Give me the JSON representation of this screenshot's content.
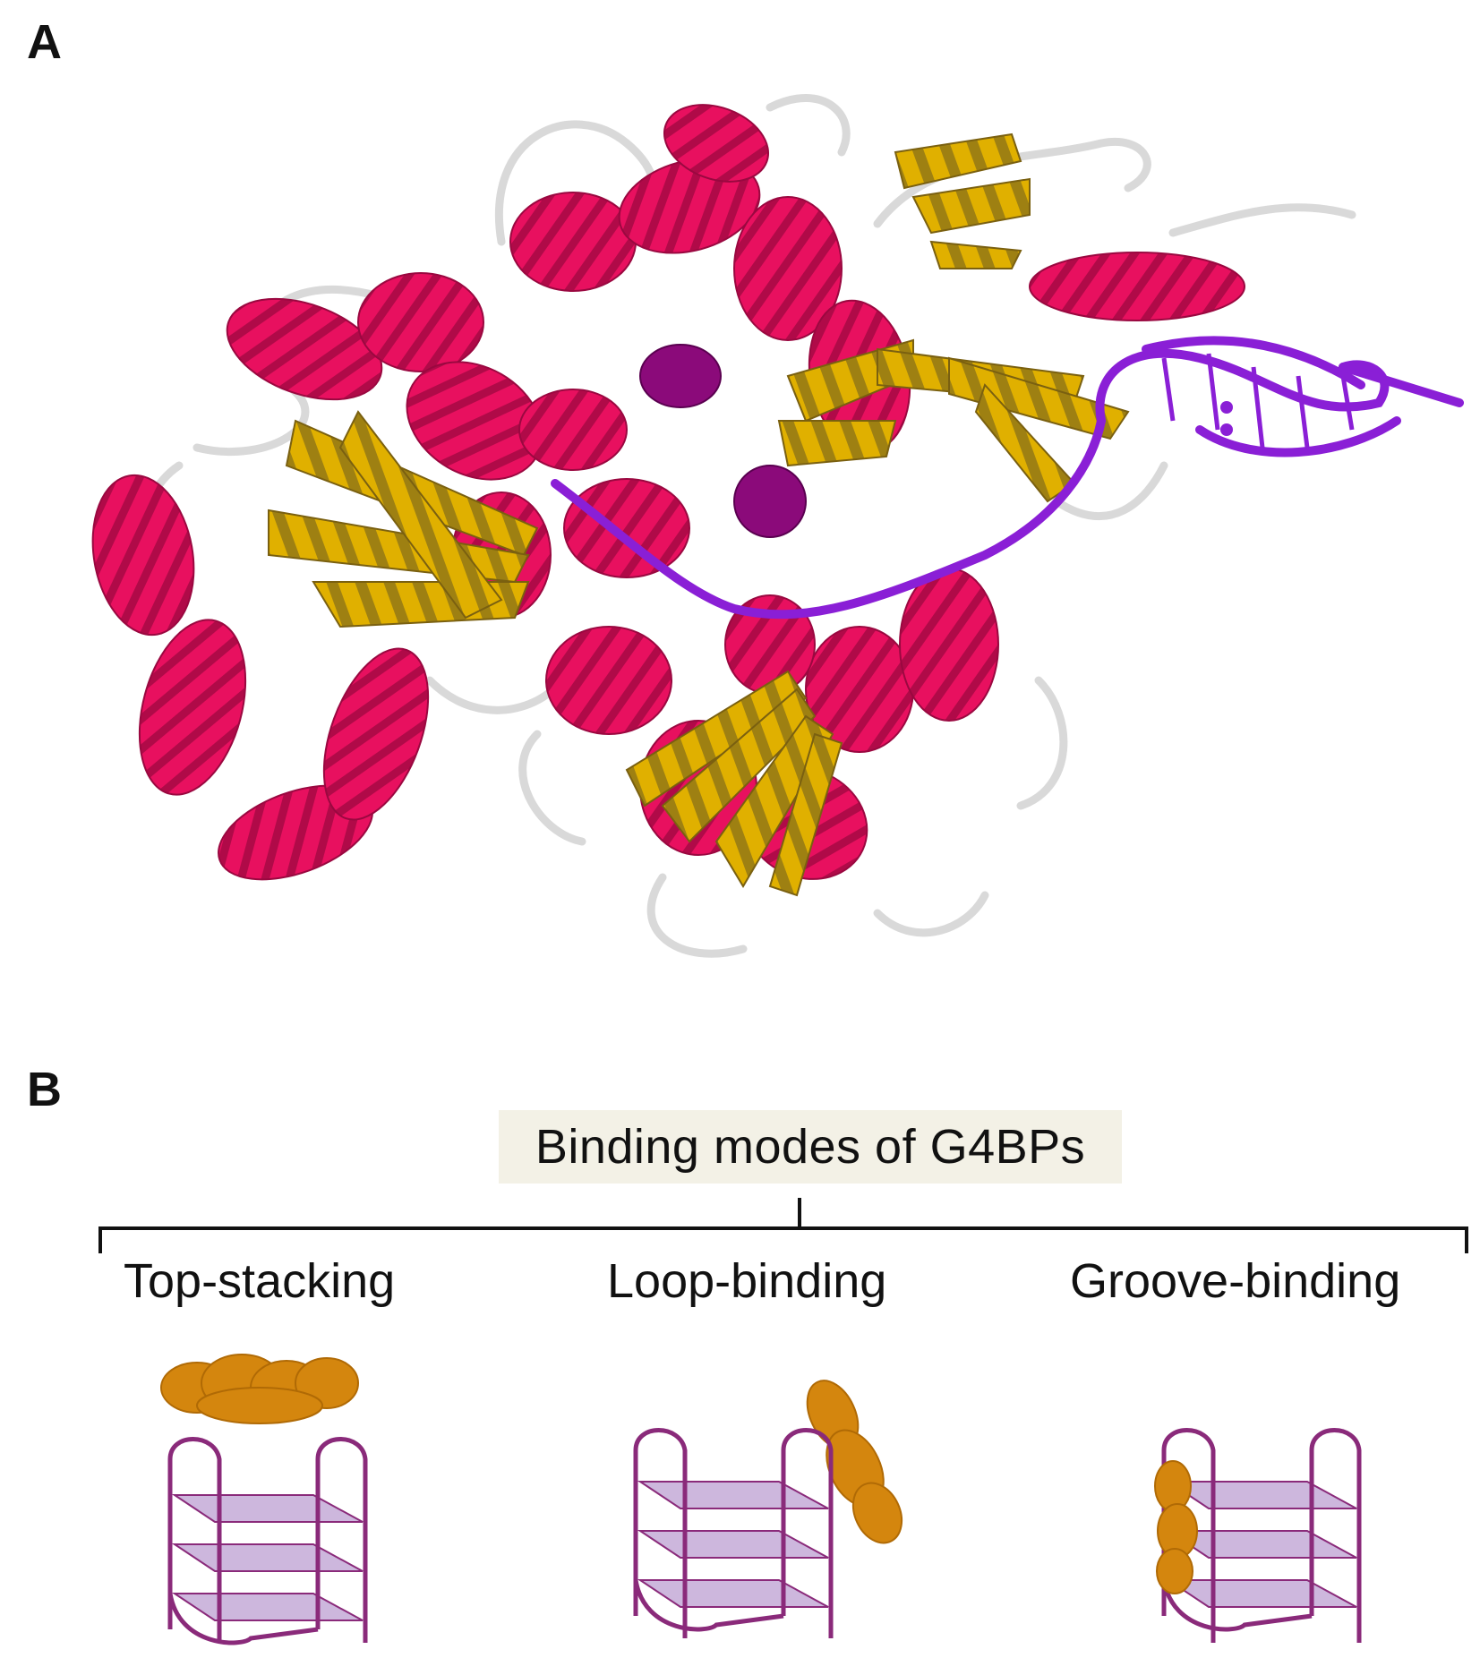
{
  "panels": {
    "a": {
      "letter": "A"
    },
    "b": {
      "letter": "B"
    }
  },
  "binding_modes": {
    "title": "Binding modes of G4BPs",
    "modes": [
      {
        "label": "Top-stacking"
      },
      {
        "label": "Loop-binding"
      },
      {
        "label": "Groove-binding"
      }
    ]
  },
  "colors": {
    "helix": "#e8105f",
    "helix_dark": "#b00a48",
    "sheet": "#e0b000",
    "sheet_dark": "#a08010",
    "loop": "#d8d8d8",
    "nucleic_acid": "#8a1fd6",
    "helix_purple": "#8b0a7a",
    "g4_strand": "#8a2a7a",
    "g4_tetrad": "#cdb7dd",
    "protein_blob": "#d4860e",
    "title_box": "#f3f1e6"
  }
}
